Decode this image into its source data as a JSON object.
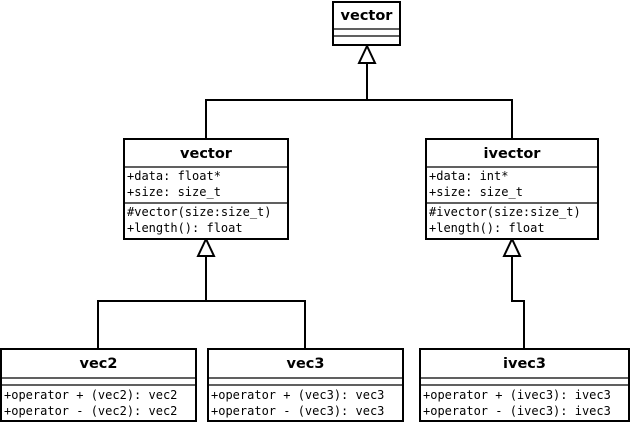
{
  "diagram": {
    "classes": {
      "vector_base": {
        "name": "vector",
        "attributes": [],
        "operations": []
      },
      "vector": {
        "name": "vector",
        "attributes": [
          "+data: float*",
          "+size: size_t"
        ],
        "operations": [
          "#vector(size:size_t)",
          "+length(): float"
        ]
      },
      "ivector": {
        "name": "ivector",
        "attributes": [
          "+data: int*",
          "+size: size_t"
        ],
        "operations": [
          "#ivector(size:size_t)",
          "+length(): float"
        ]
      },
      "vec2": {
        "name": "vec2",
        "attributes": [],
        "operations": [
          "+operator + (vec2): vec2",
          "+operator - (vec2): vec2"
        ]
      },
      "vec3": {
        "name": "vec3",
        "attributes": [],
        "operations": [
          "+operator + (vec3): vec3",
          "+operator - (vec3): vec3"
        ]
      },
      "ivec3": {
        "name": "ivec3",
        "attributes": [],
        "operations": [
          "+operator + (ivec3): ivec3",
          "+operator - (ivec3): ivec3"
        ]
      }
    },
    "relations": [
      {
        "type": "generalization",
        "from": "vector",
        "to": "vector_base"
      },
      {
        "type": "generalization",
        "from": "ivector",
        "to": "vector_base"
      },
      {
        "type": "generalization",
        "from": "vec2",
        "to": "vector"
      },
      {
        "type": "generalization",
        "from": "vec3",
        "to": "vector"
      },
      {
        "type": "generalization",
        "from": "ivec3",
        "to": "ivector"
      }
    ]
  }
}
